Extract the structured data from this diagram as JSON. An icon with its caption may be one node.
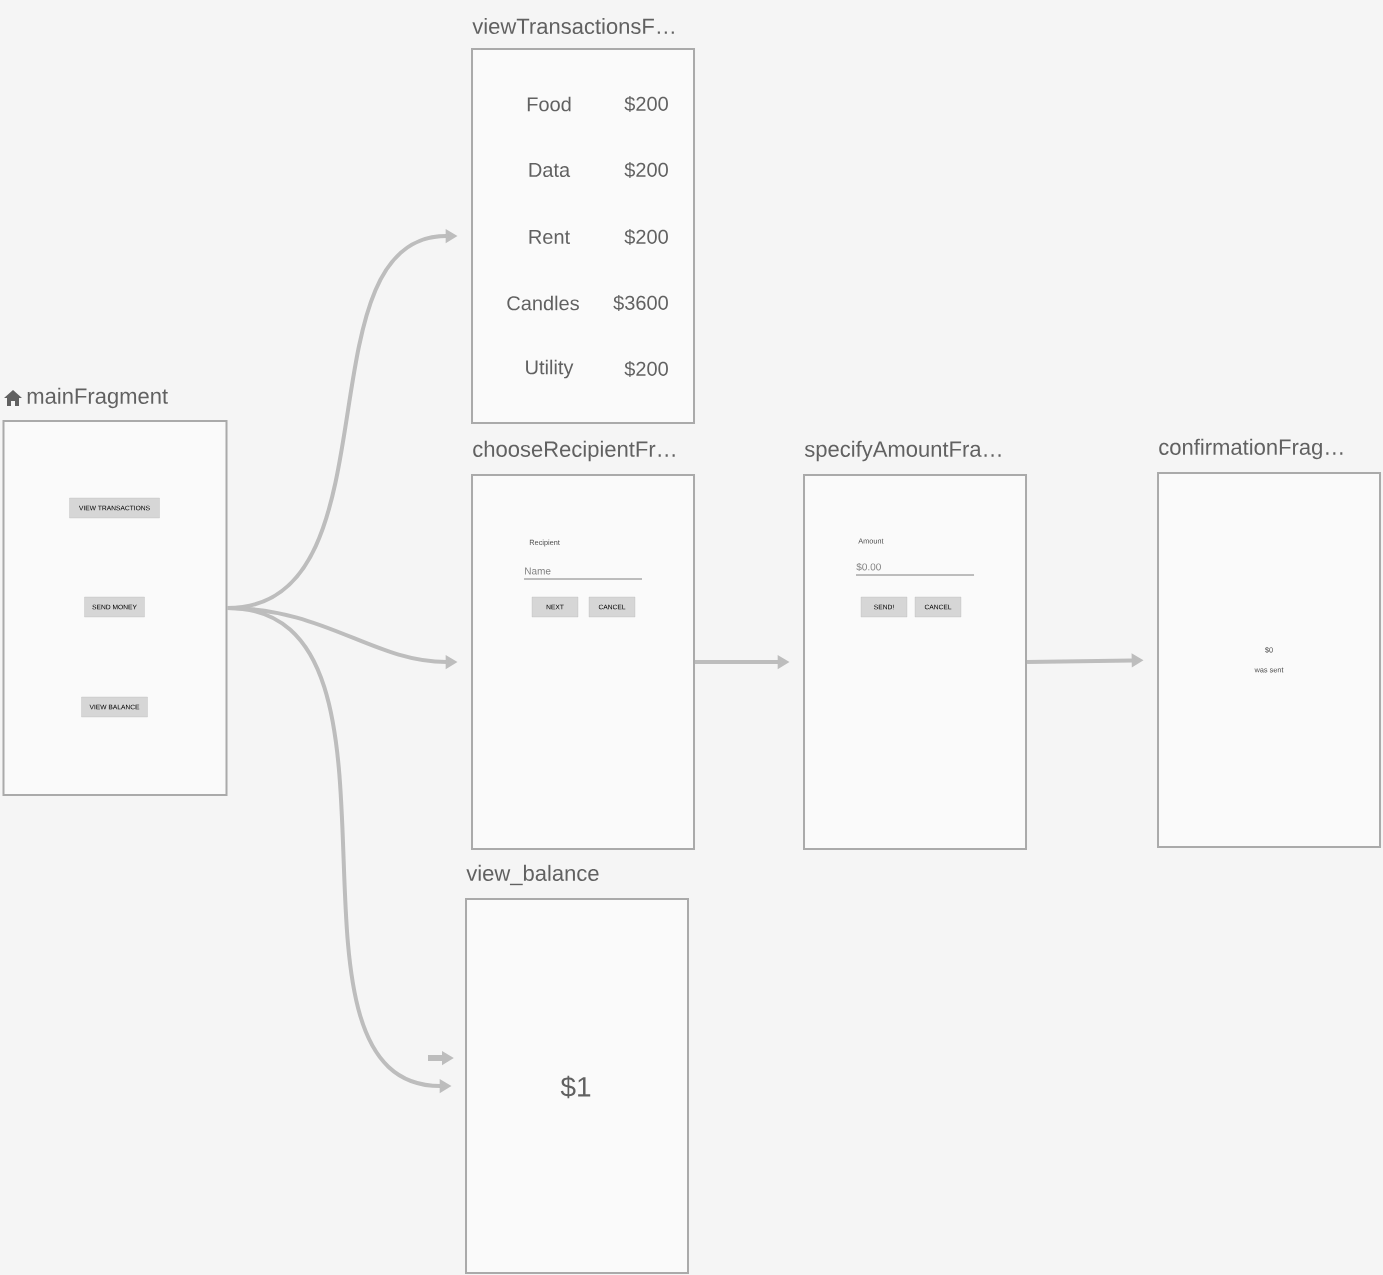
{
  "diagram": {
    "nodes": [
      {
        "text": [
          "mainFragment"
        ]
      },
      {
        "text": [
          "VIEW TRANSACTIONS"
        ],
        "in": 0
      },
      {
        "text": [
          "SEND MONEY"
        ],
        "in": 0
      },
      {
        "text": [
          "VIEW BALANCE"
        ],
        "in": 0
      },
      {
        "text": [
          "viewTransactionsF…"
        ]
      },
      {
        "text": [
          "chooseRecipientFr…"
        ]
      },
      {
        "text": [
          "NEXT"
        ],
        "in": 5
      },
      {
        "text": [
          "CANCEL"
        ],
        "in": 5
      },
      {
        "text": [
          "specifyAmountFra…"
        ]
      },
      {
        "text": [
          "SEND!"
        ],
        "in": 8
      },
      {
        "text": [
          "CANCEL"
        ],
        "in": 8
      },
      {
        "text": [
          "confirmationFrag…"
        ]
      },
      {
        "text": [
          "view_balance"
        ]
      }
    ],
    "edges": [
      {
        "from": 0,
        "to": 4,
        "arrow": "to"
      },
      {
        "from": 0,
        "to": 5,
        "arrow": "to"
      },
      {
        "from": 0,
        "to": 12,
        "arrow": "to"
      },
      {
        "from": 5,
        "to": 8,
        "arrow": "to"
      },
      {
        "from": 8,
        "to": 11,
        "arrow": "to"
      },
      {
        "from": null,
        "to": 12,
        "arrow": "to"
      }
    ],
    "labels": [
      "Food",
      "$200",
      "Data",
      "$200",
      "Rent",
      "$200",
      "Candles",
      "$3600",
      "Utility",
      "$200",
      "Recipient",
      "Name",
      "Amount",
      "$0.00",
      "$0",
      "was sent",
      "$1"
    ]
  }
}
